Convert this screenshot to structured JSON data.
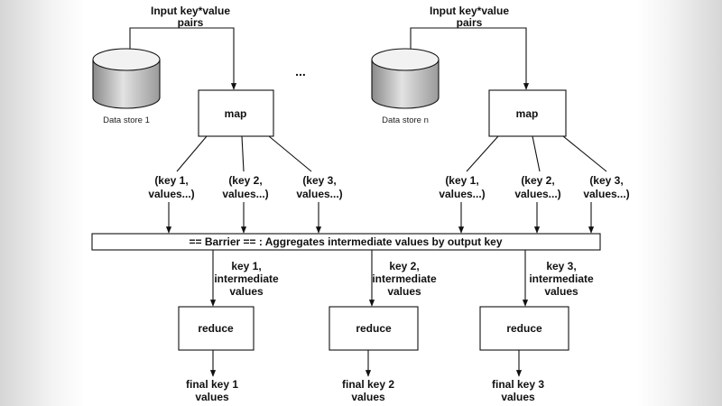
{
  "input_left": [
    "Input key*value",
    "pairs"
  ],
  "input_right": [
    "Input key*value",
    "pairs"
  ],
  "ellipsis": "...",
  "store_left": "Data store 1",
  "store_right": "Data store n",
  "map_left": "map",
  "map_right": "map",
  "pairs_left": [
    [
      "(key 1,",
      "values...)"
    ],
    [
      "(key 2,",
      "values...)"
    ],
    [
      "(key 3,",
      "values...)"
    ]
  ],
  "pairs_right": [
    [
      "(key 1,",
      "values...)"
    ],
    [
      "(key 2,",
      "values...)"
    ],
    [
      "(key 3,",
      "values...)"
    ]
  ],
  "barrier": "== Barrier == : Aggregates intermediate values by output key",
  "intermediates": [
    [
      "key 1,",
      "intermediate",
      "values"
    ],
    [
      "key 2,",
      "intermediate",
      "values"
    ],
    [
      "key 3,",
      "intermediate",
      "values"
    ]
  ],
  "reducers": [
    "reduce",
    "reduce",
    "reduce"
  ],
  "finals": [
    [
      "final key 1",
      "values"
    ],
    [
      "final key 2",
      "values"
    ],
    [
      "final key 3",
      "values"
    ]
  ]
}
